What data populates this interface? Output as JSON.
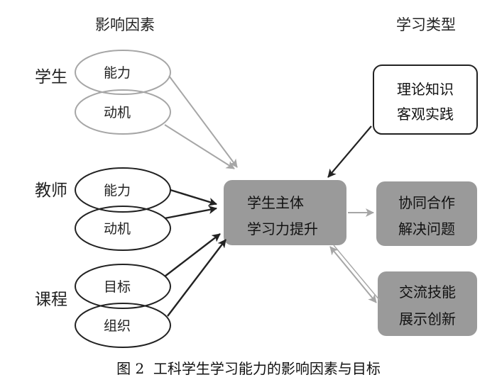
{
  "headers": {
    "left": "影响因素",
    "right": "学习类型"
  },
  "groups": [
    {
      "label": "学生",
      "items": [
        "能力",
        "动机"
      ]
    },
    {
      "label": "教师",
      "items": [
        "能力",
        "动机"
      ]
    },
    {
      "label": "课程",
      "items": [
        "目标",
        "组织"
      ]
    }
  ],
  "center": {
    "line1": "学生主体",
    "line2": "学习力提升"
  },
  "right_boxes": [
    {
      "line1": "理论知识",
      "line2": "客观实践"
    },
    {
      "line1": "协同合作",
      "line2": "解决问题"
    },
    {
      "line1": "交流技能",
      "line2": "展示创新"
    }
  ],
  "caption": "图 2  工科学生学习能力的影响因素与目标",
  "colors": {
    "dark": "#222222",
    "light_gray": "#a6a6a6",
    "box_fill": "#9a9a9a",
    "white": "#ffffff"
  }
}
